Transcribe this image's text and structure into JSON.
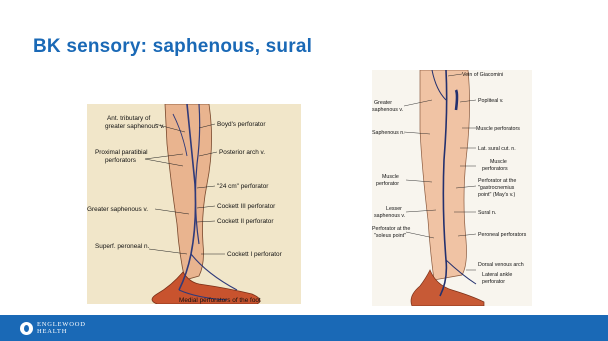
{
  "slide": {
    "title": "BK sensory: saphenous, sural"
  },
  "left_figure": {
    "labels": {
      "ant_tributary_1": "Ant. tributary of",
      "ant_tributary_2": "greater saphenous v.",
      "proximal_1": "Proximal paratibial",
      "proximal_2": "perforators",
      "greater_saphenous": "Greater saphenous v.",
      "superf_peroneal": "Superf. peroneal n.",
      "boyds": "Boyd's perforator",
      "posterior_arch": "Posterior arch v.",
      "perforator_24": "\"24 cm\" perforator",
      "cockett_3": "Cockett III perforator",
      "cockett_2": "Cockett II perforator",
      "cockett_1": "Cockett I perforator",
      "medial_foot": "Medial perforators of the foot"
    }
  },
  "right_figure": {
    "labels": {
      "giacomini": "Vein of Giacomini",
      "greater_saph_1": "Greater",
      "greater_saph_2": "saphenous v.",
      "popliteal": "Popliteal v.",
      "saphenous_n": "Saphenous n.",
      "muscle_perfs_top": "Muscle perforators",
      "lat_sural": "Lat. sural cut. n.",
      "muscle_perfs_1": "Muscle",
      "muscle_perfs_2": "perforators",
      "muscle_perforator_1": "Muscle",
      "muscle_perforator_2": "perforator",
      "gastro_1": "Perforator at the",
      "gastro_2": "\"gastrocnemius",
      "gastro_3": "point\" (May's v.)",
      "lesser_1": "Lesser",
      "lesser_2": "saphenous v.",
      "sural_n": "Sural n.",
      "soleus_1": "Perforator at the",
      "soleus_2": "\"soleus point\"",
      "peroneal": "Peroneal perforators",
      "dorsal_arch": "Dorsal venous arch",
      "lat_ankle_1": "Lateral ankle",
      "lat_ankle_2": "perforator"
    }
  },
  "footer": {
    "logo_line1": "ENGLEWOOD",
    "logo_line2": "HEALTH",
    "background": "#1a69b6"
  },
  "colors": {
    "title": "#1a69b6",
    "footer": "#1a69b6"
  }
}
